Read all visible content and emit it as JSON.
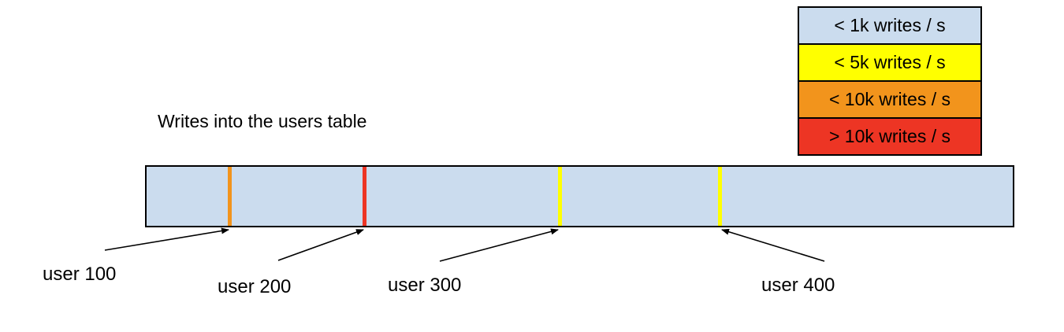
{
  "title": "Writes into the users table",
  "colors": {
    "table_fill": "#cbdcee",
    "border": "#000000",
    "legend_blue": "#cbdcee",
    "legend_yellow": "#ffff00",
    "legend_orange": "#f2941c",
    "legend_red": "#ed3524"
  },
  "legend": {
    "items": [
      {
        "label": "< 1k writes / s",
        "color": "#cbdcee"
      },
      {
        "label": "< 5k writes / s",
        "color": "#ffff00"
      },
      {
        "label": "< 10k writes / s",
        "color": "#f2941c"
      },
      {
        "label": "> 10k writes / s",
        "color": "#ed3524"
      }
    ]
  },
  "table": {
    "name": "users table",
    "fill": "#cbdcee",
    "markers": [
      {
        "user": "user 100",
        "write_rate": "< 10k writes / s",
        "color": "#f2941c"
      },
      {
        "user": "user 200",
        "write_rate": "> 10k writes / s",
        "color": "#ed3524"
      },
      {
        "user": "user 300",
        "write_rate": "< 5k writes / s",
        "color": "#ffff00"
      },
      {
        "user": "user 400",
        "write_rate": "< 5k writes / s",
        "color": "#ffff00"
      }
    ]
  }
}
